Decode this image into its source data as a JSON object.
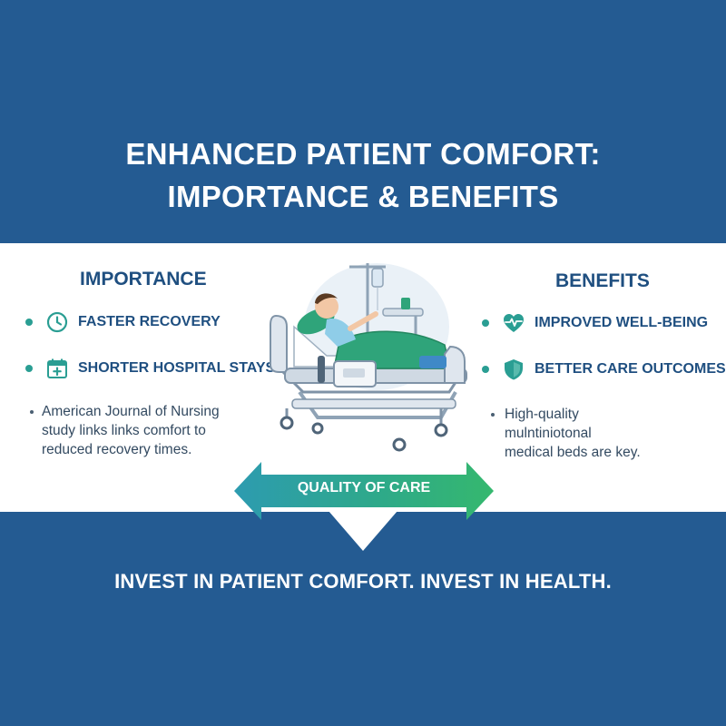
{
  "title": {
    "line1": "ENHANCED PATIENT COMFORT:",
    "line2": "IMPORTANCE & BENEFITS"
  },
  "importance": {
    "heading": "IMPORTANCE",
    "items": [
      {
        "label": "FASTER RECOVERY",
        "icon": "clock-icon"
      },
      {
        "label": "SHORTER HOSPITAL STAYS",
        "icon": "calendar-plus-icon"
      }
    ],
    "note": {
      "line1": "American Journal of Nursing",
      "line2": "study links links comfort to",
      "line3": "reduced recovery times."
    }
  },
  "benefits": {
    "heading": "BENEFITS",
    "items": [
      {
        "label": "IMPROVED WELL-BEING",
        "icon": "heart-pulse-icon"
      },
      {
        "label": "BETTER CARE OUTCOMES",
        "icon": "shield-check-icon"
      }
    ],
    "note": {
      "line1": "High-quality",
      "line2": "mulntiniotonal",
      "line3": "medical beds are key."
    }
  },
  "center": {
    "arrow_label": "QUALITY OF CARE"
  },
  "tagline": "INVEST IN PATIENT COMFORT. INVEST IN HEALTH.",
  "colors": {
    "navy": "#245b92",
    "heading_blue": "#1f4f80",
    "teal": "#2a9e93",
    "bed_green": "#2fa47a"
  }
}
